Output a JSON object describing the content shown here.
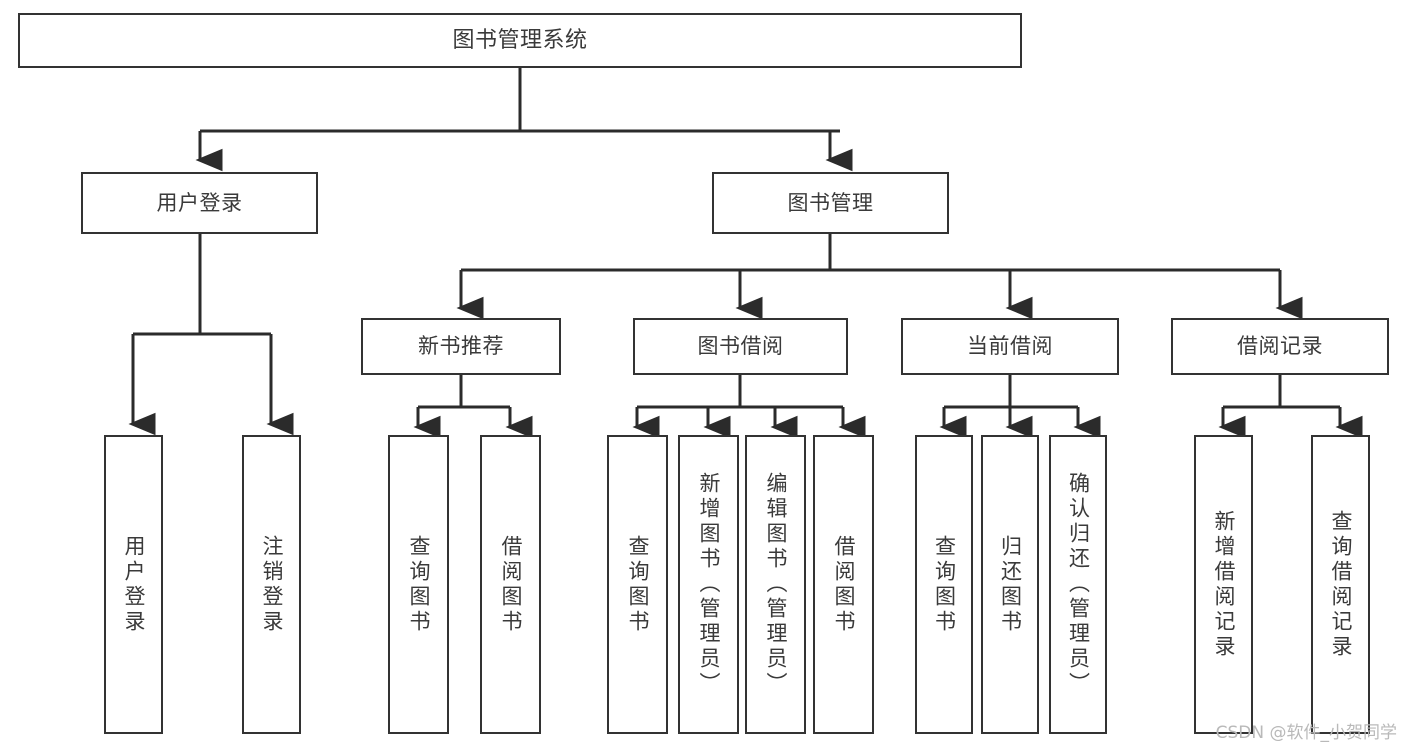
{
  "diagram": {
    "type": "tree",
    "title": "图书管理系统",
    "colors": {
      "border": "#333333",
      "text": "#3a3a3a",
      "background": "#ffffff",
      "connector": "#2b2b2b",
      "watermark": "#b9b9b9"
    },
    "nodes": {
      "root": {
        "label": "图书管理系统"
      },
      "level1": [
        {
          "label": "用户登录"
        },
        {
          "label": "图书管理"
        }
      ],
      "level2": [
        {
          "label": "新书推荐"
        },
        {
          "label": "图书借阅"
        },
        {
          "label": "当前借阅"
        },
        {
          "label": "借阅记录"
        }
      ],
      "leaves": {
        "user_login": [
          {
            "label": "用户登录"
          },
          {
            "label": "注销登录"
          }
        ],
        "new_book": [
          {
            "label": "查询图书"
          },
          {
            "label": "借阅图书"
          }
        ],
        "book_borrow": [
          {
            "label": "查询图书"
          },
          {
            "label": "新增图书（管理员）"
          },
          {
            "label": "编辑图书（管理员）"
          },
          {
            "label": "借阅图书"
          }
        ],
        "current_borrow": [
          {
            "label": "查询图书"
          },
          {
            "label": "归还图书"
          },
          {
            "label": "确认归还（管理员）"
          }
        ],
        "borrow_record": [
          {
            "label": "新增借阅记录"
          },
          {
            "label": "查询借阅记录"
          }
        ]
      }
    },
    "watermark": "CSDN @软件_小贺同学"
  }
}
